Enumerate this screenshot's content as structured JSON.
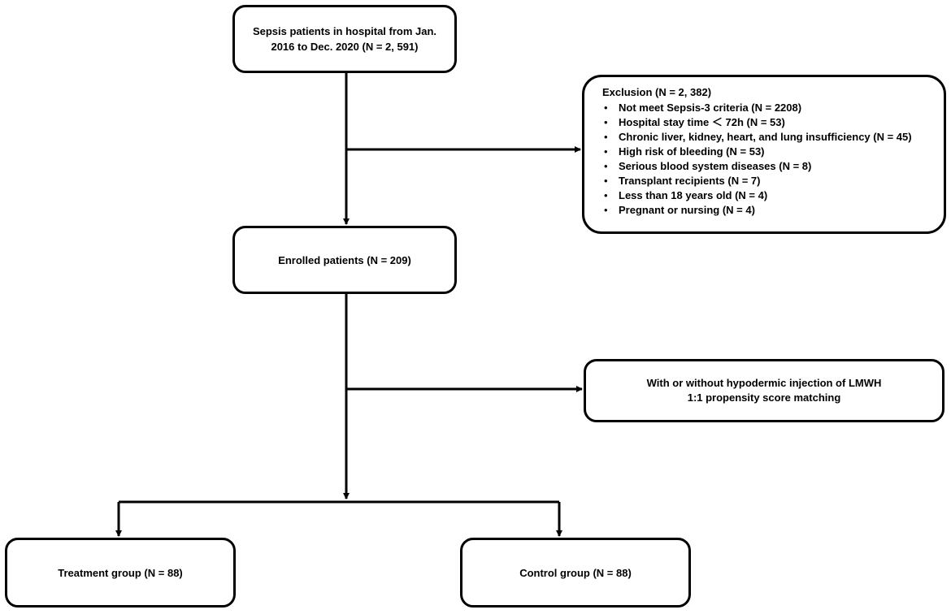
{
  "boxes": {
    "sepsis": {
      "line1": "Sepsis patients in hospital from Jan.",
      "line2": "2016 to Dec. 2020 (N = 2, 591)"
    },
    "exclusion": {
      "title": "Exclusion (N = 2, 382)",
      "items": [
        "Not meet Sepsis-3 criteria (N = 2208)",
        "Hospital stay time ＜ 72h (N = 53)",
        "Chronic liver, kidney, heart, and lung insufficiency (N = 45)",
        "High risk of bleeding (N = 53)",
        "Serious blood system diseases (N = 8)",
        "Transplant recipients (N = 7)",
        "Less than 18 years old (N = 4)",
        "Pregnant or nursing (N = 4)"
      ]
    },
    "enrolled": {
      "label": "Enrolled patients (N = 209)"
    },
    "matching": {
      "line1": "With or without hypodermic injection of LMWH",
      "line2": "1:1 propensity score matching"
    },
    "treatment": {
      "label": "Treatment group (N = 88)"
    },
    "control": {
      "label": "Control group (N = 88)"
    }
  }
}
